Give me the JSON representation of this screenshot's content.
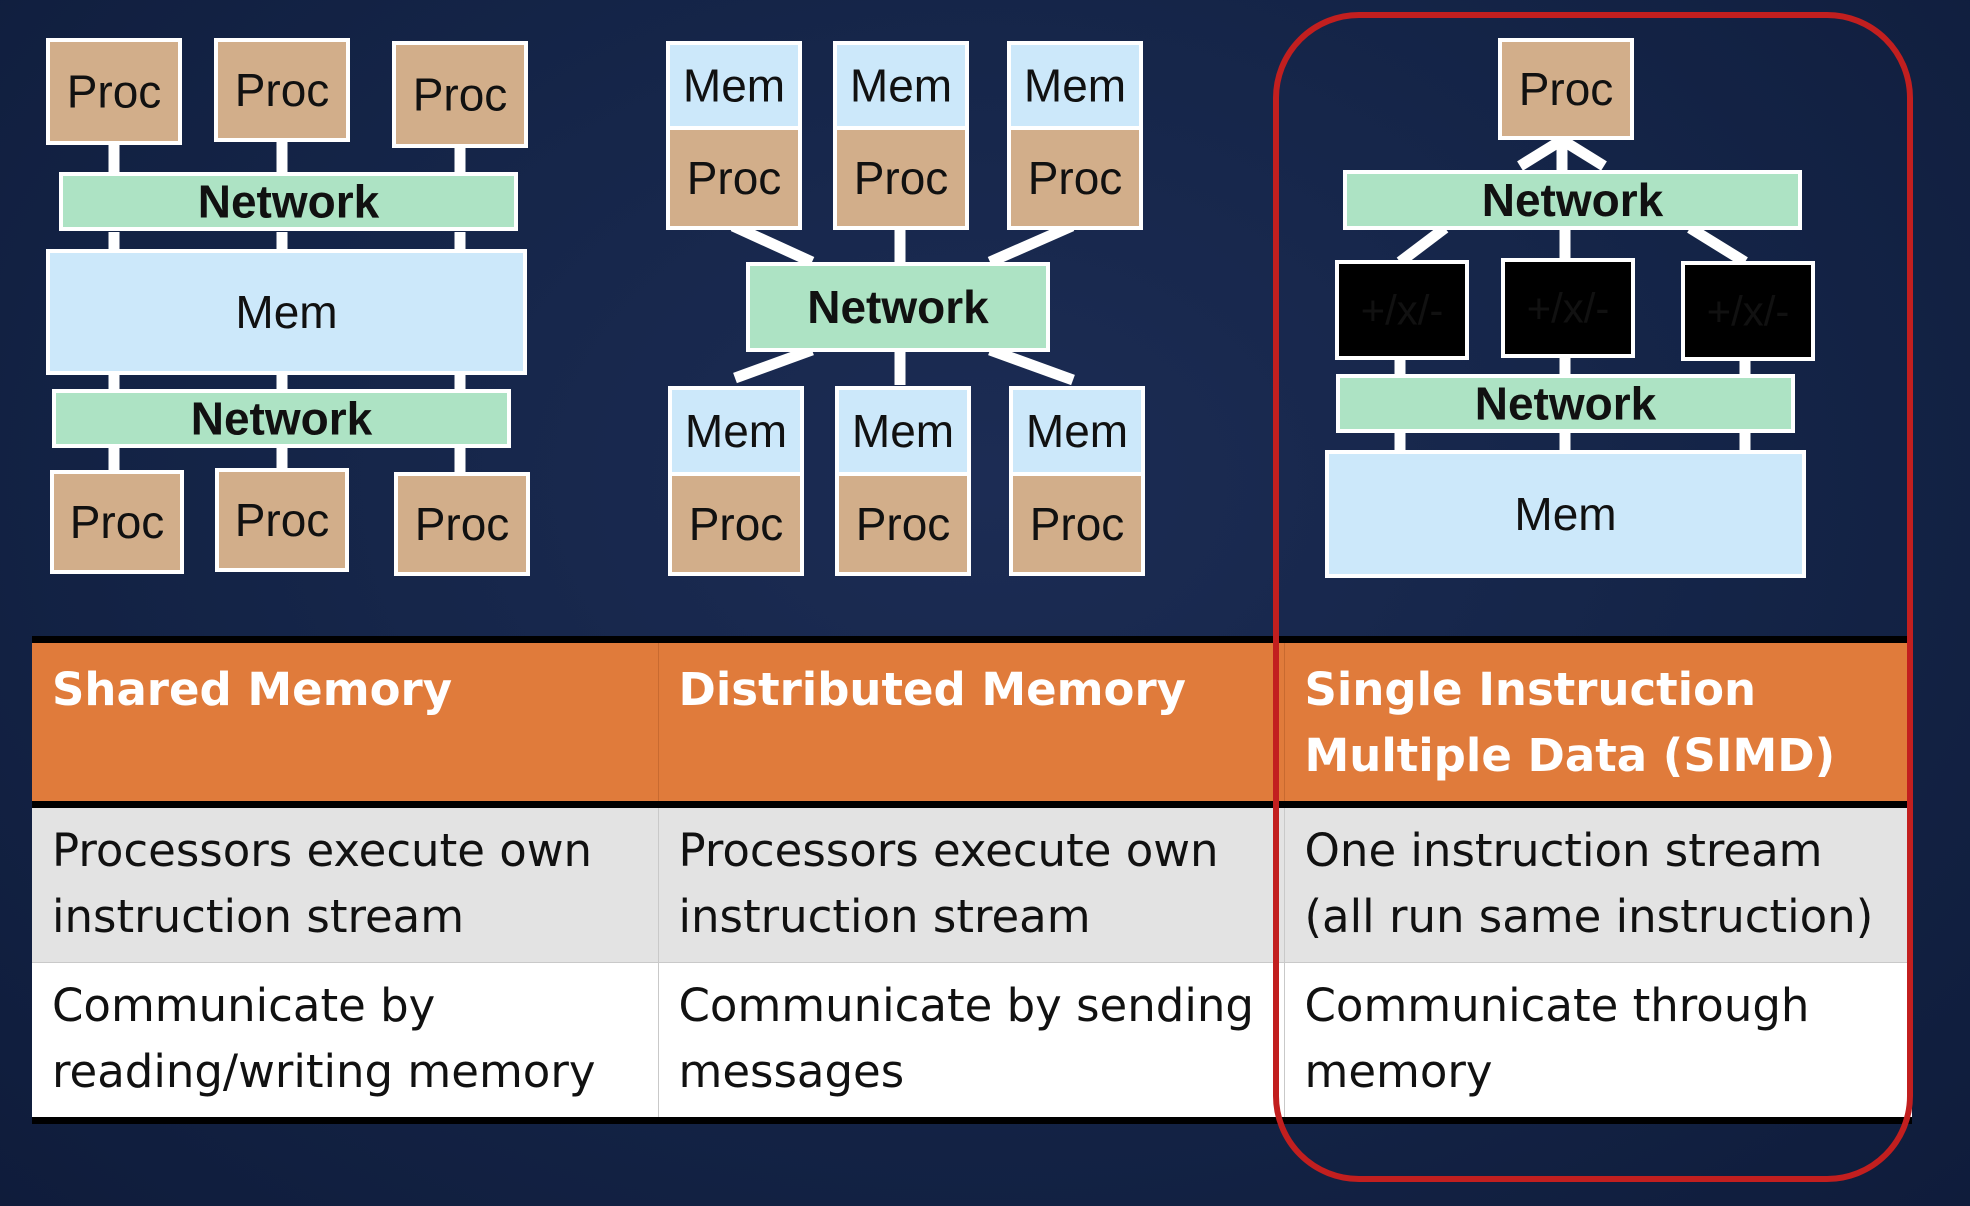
{
  "labels": {
    "proc": "Proc",
    "mem": "Mem",
    "network": "Network",
    "alu": "+/x/-"
  },
  "colors": {
    "proc_fill": "#d2ae8a",
    "mem_fill": "#cce8fa",
    "network_fill": "#ade3c4",
    "link": "#ffffff",
    "header_fill": "#e07b3b",
    "highlight_outline": "#c21f1f"
  },
  "table": {
    "headers": [
      "Shared Memory",
      "Distributed Memory",
      "Single Instruction Multiple Data (SIMD)"
    ],
    "rows": [
      [
        "Processors execute own instruction stream",
        "Processors execute own instruction stream",
        "One instruction stream (all run same instruction)"
      ],
      [
        "Communicate by reading/writing memory",
        "Communicate by sending messages",
        "Communicate through memory"
      ]
    ]
  }
}
